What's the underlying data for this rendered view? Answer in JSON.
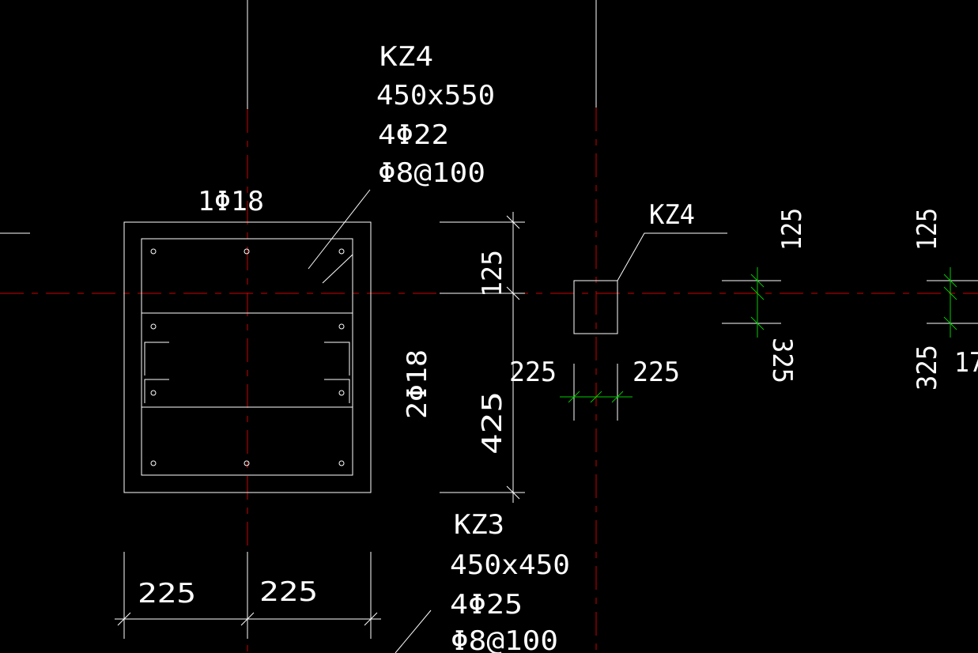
{
  "colors": {
    "background": "#000000",
    "outline": "#ffffff",
    "axis": "#cc0000",
    "dimension_small": "#00cc00"
  },
  "labels": {
    "kz4_name": "KZ4",
    "kz4_size": "450x550",
    "kz4_main_rebar": "4Φ22",
    "kz4_stirrup": "Φ8@100",
    "top_rebar": "1Φ18",
    "side_rebar": "2Φ18",
    "kz4_callout": "KZ4",
    "kz3_name": "KZ3",
    "kz3_size": "450x450",
    "kz3_main_rebar": "4Φ25",
    "kz3_stirrup": "Φ8@100"
  },
  "dimensions": {
    "bottom_left": "225",
    "bottom_right": "225",
    "right_top": "125",
    "right_bottom": "425",
    "small_left": "225",
    "small_right": "225",
    "far_top_1": "125",
    "far_bottom_1": "325",
    "far_top_2": "125",
    "far_bottom_2": "325",
    "far_cut": "17"
  }
}
